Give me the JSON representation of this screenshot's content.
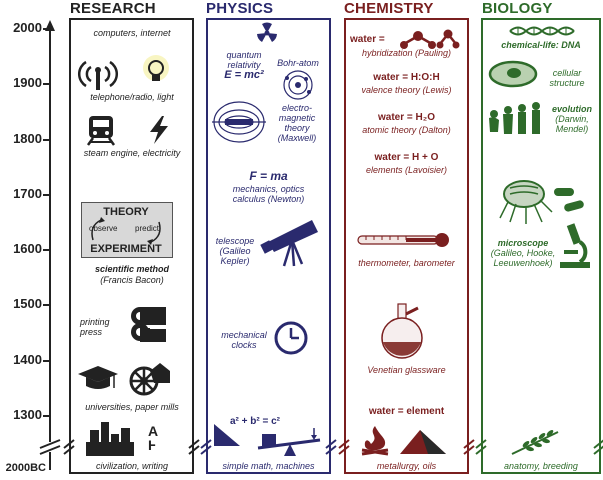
{
  "columns": {
    "research": "RESEARCH",
    "physics": "PHYSICS",
    "chemistry": "CHEMISTRY",
    "biology": "BIOLOGY"
  },
  "years": [
    "2000",
    "1900",
    "1800",
    "1700",
    "1600",
    "1500",
    "1400",
    "1300",
    "2000BC"
  ],
  "research": {
    "computers": "computers, internet",
    "telephone": "telephone/radio, light",
    "steam": "steam engine, electricity",
    "theory": "THEORY",
    "observe": "observe",
    "predict": "predict",
    "experiment": "EXPERIMENT",
    "scimethod": "scientific method",
    "bacon": "(Francis Bacon)",
    "printing1": "printing",
    "printing2": "press",
    "universities": "universities, paper mills",
    "civilization": "civilization, writing"
  },
  "physics": {
    "quantum1": "quantum",
    "quantum2": "relativity",
    "emc": "E = mc²",
    "bohr": "Bohr-atom",
    "em1": "electro-",
    "em2": "magnetic",
    "em3": "theory",
    "em4": "(Maxwell)",
    "fma": "F = ma",
    "mech": "mechanics, optics",
    "calc": "calculus (Newton)",
    "tele1": "telescope",
    "tele2": "(Galileo",
    "tele3": "Kepler)",
    "clock1": "mechanical",
    "clock2": "clocks",
    "pyth": "a² + b² = c²",
    "simple": "simple math, machines"
  },
  "chemistry": {
    "w1": "water =",
    "hybrid": "hybridization (Pauling)",
    "w2": "water = H:O:H",
    "valence": "valence theory (Lewis)",
    "w3": "water = H₂O",
    "atomic": "atomic theory (Dalton)",
    "w4": "water = H + O",
    "elements": "elements (Lavoisier)",
    "thermo": "thermometer, barometer",
    "glass": "Venetian glassware",
    "w5": "water = element",
    "metal": "metallurgy, oils"
  },
  "biology": {
    "dna": "chemical-life: DNA",
    "cell1": "cellular",
    "cell2": "structure",
    "evo1": "evolution",
    "evo2": "(Darwin,",
    "evo3": "Mendel)",
    "micro1": "microscope",
    "micro2": "(Galileo, Hooke,",
    "micro3": "Leeuwenhoek)",
    "anatomy": "anatomy, breeding"
  },
  "colors": {
    "research": "#222222",
    "physics": "#2a2a6e",
    "chemistry": "#7a1f1f",
    "biology": "#2e6b2a"
  }
}
